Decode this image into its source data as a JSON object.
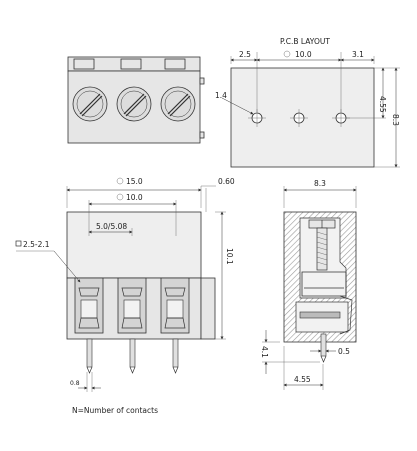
{
  "pcb_layout": {
    "title": "P.C.B LAYOUT",
    "dim_left": "2.5",
    "dim_pitch": "10.0",
    "dim_right": "3.1",
    "dim_hole": "1.4",
    "dim_height_inner": "4.55",
    "dim_height_outer": "8.3"
  },
  "front_view": {
    "dim_width_total": "15.0",
    "dim_width_pin": "10.0",
    "dim_pitch": "5.0/5.08",
    "dim_depth": "0.60",
    "dim_height": "10.1",
    "dim_screw": "2.5-2.1",
    "dim_pin_width": "0.8"
  },
  "side_view": {
    "dim_width": "8.3",
    "dim_pin_length": "4.1",
    "dim_pin_thickness": "0.5",
    "dim_pin_offset": "4.55"
  },
  "footnote": "N=Number of contacts",
  "colors": {
    "line": "#333333",
    "body": "#e6e6e6",
    "hatch": "#9a9a9a"
  }
}
